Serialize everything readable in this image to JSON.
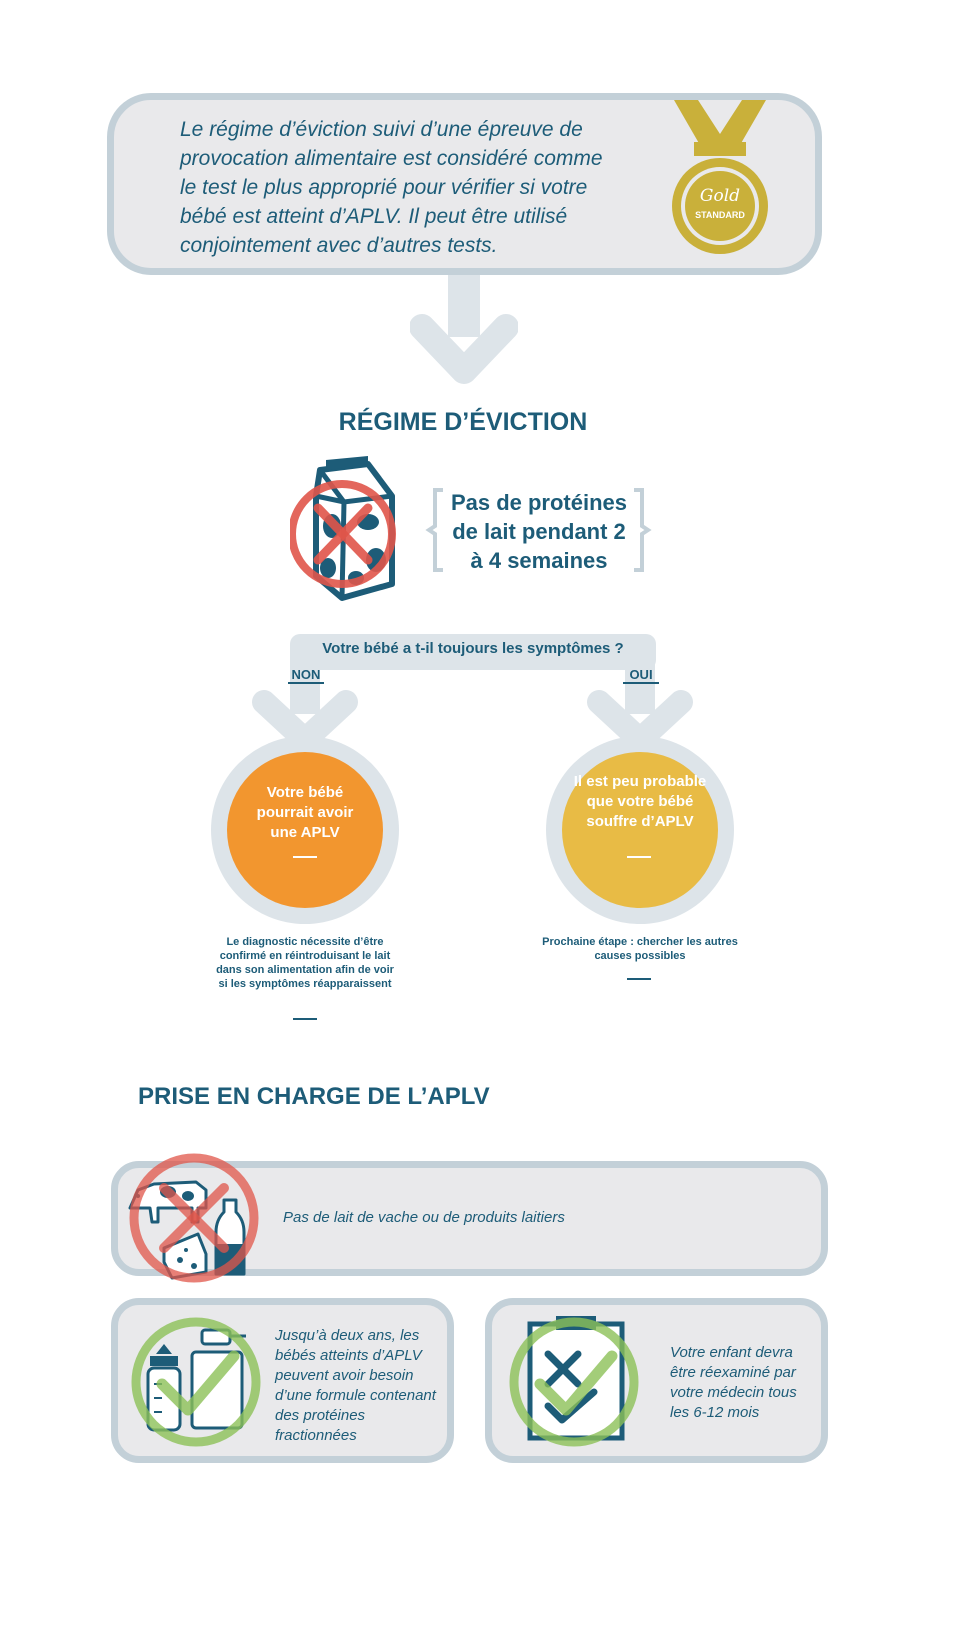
{
  "intro": {
    "text": "Le régime d’éviction suivi d’une épreuve de provocation alimentaire est considéré comme le test le plus approprié pour vérifier si votre bébé est atteint d’APLV. Il peut être utilisé conjointement avec d’autres tests.",
    "medal_script": "Gold",
    "medal_label": "STANDARD"
  },
  "elimination": {
    "title": "RÉGIME D’ÉVICTION",
    "brace_text": "Pas de protéines de lait pendant 2 à 4 semaines"
  },
  "question": {
    "text": "Votre bébé a t-il toujours les symptômes ?",
    "no_label": "NON",
    "yes_label": "OUI"
  },
  "outcomes": {
    "no": {
      "circle_text": "Votre bébé pourrait avoir une APLV",
      "note": "Le diagnostic nécessite d’être confirmé en réintroduisant le lait dans son alimentation afin de voir si les symptômes réapparaissent"
    },
    "yes": {
      "circle_text": "Il est peu probable que votre bébé souffre d’APLV",
      "note": "Prochaine étape : chercher les autres causes possibles"
    }
  },
  "management": {
    "title": "PRISE EN CHARGE DE L’APLV",
    "no_dairy": "Pas de lait de vache ou de produits laitiers",
    "formula": "Jusqu’à deux ans, les bébés atteints d’APLV peuvent avoir besoin d’une formule contenant des protéines fractionnées",
    "review": "Votre enfant devra être réexaminé par votre médecin tous les 6-12 mois"
  },
  "colors": {
    "primary": "#1d5c78",
    "box_fill": "#e9e9eb",
    "box_border": "#c3d0d8",
    "gold": "#c9b03a",
    "orange": "#f2962f",
    "yellow": "#e8bb45",
    "red": "#e0554a",
    "green": "#8cc157"
  }
}
